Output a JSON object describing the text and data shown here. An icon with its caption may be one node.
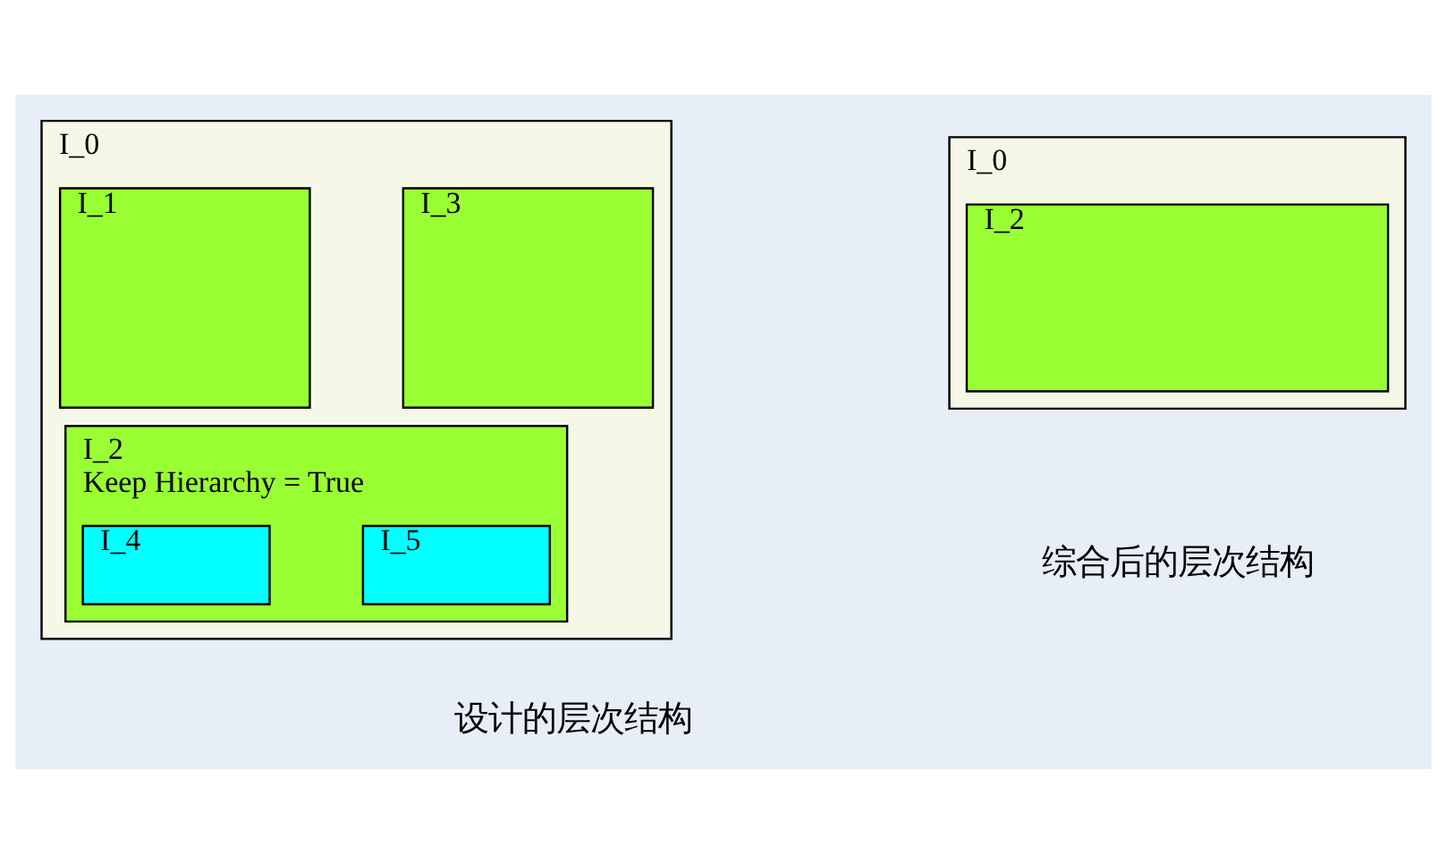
{
  "diagram": {
    "nodes": [
      {
        "text": [
          "I_0"
        ],
        "beside": [
          "设计的层次结构"
        ]
      },
      {
        "text": [
          "I_1"
        ],
        "in": 0
      },
      {
        "text": [
          "I_3"
        ],
        "in": 0
      },
      {
        "text": [
          "I_2",
          "Keep Hierarchy = True"
        ],
        "in": 0
      },
      {
        "text": [
          "I_4"
        ],
        "in": 3
      },
      {
        "text": [
          "I_5"
        ],
        "in": 3
      },
      {
        "text": [
          "I_0"
        ],
        "beside": [
          "综合后的层次结构"
        ]
      },
      {
        "text": [
          "I_2"
        ],
        "in": 6
      }
    ]
  }
}
